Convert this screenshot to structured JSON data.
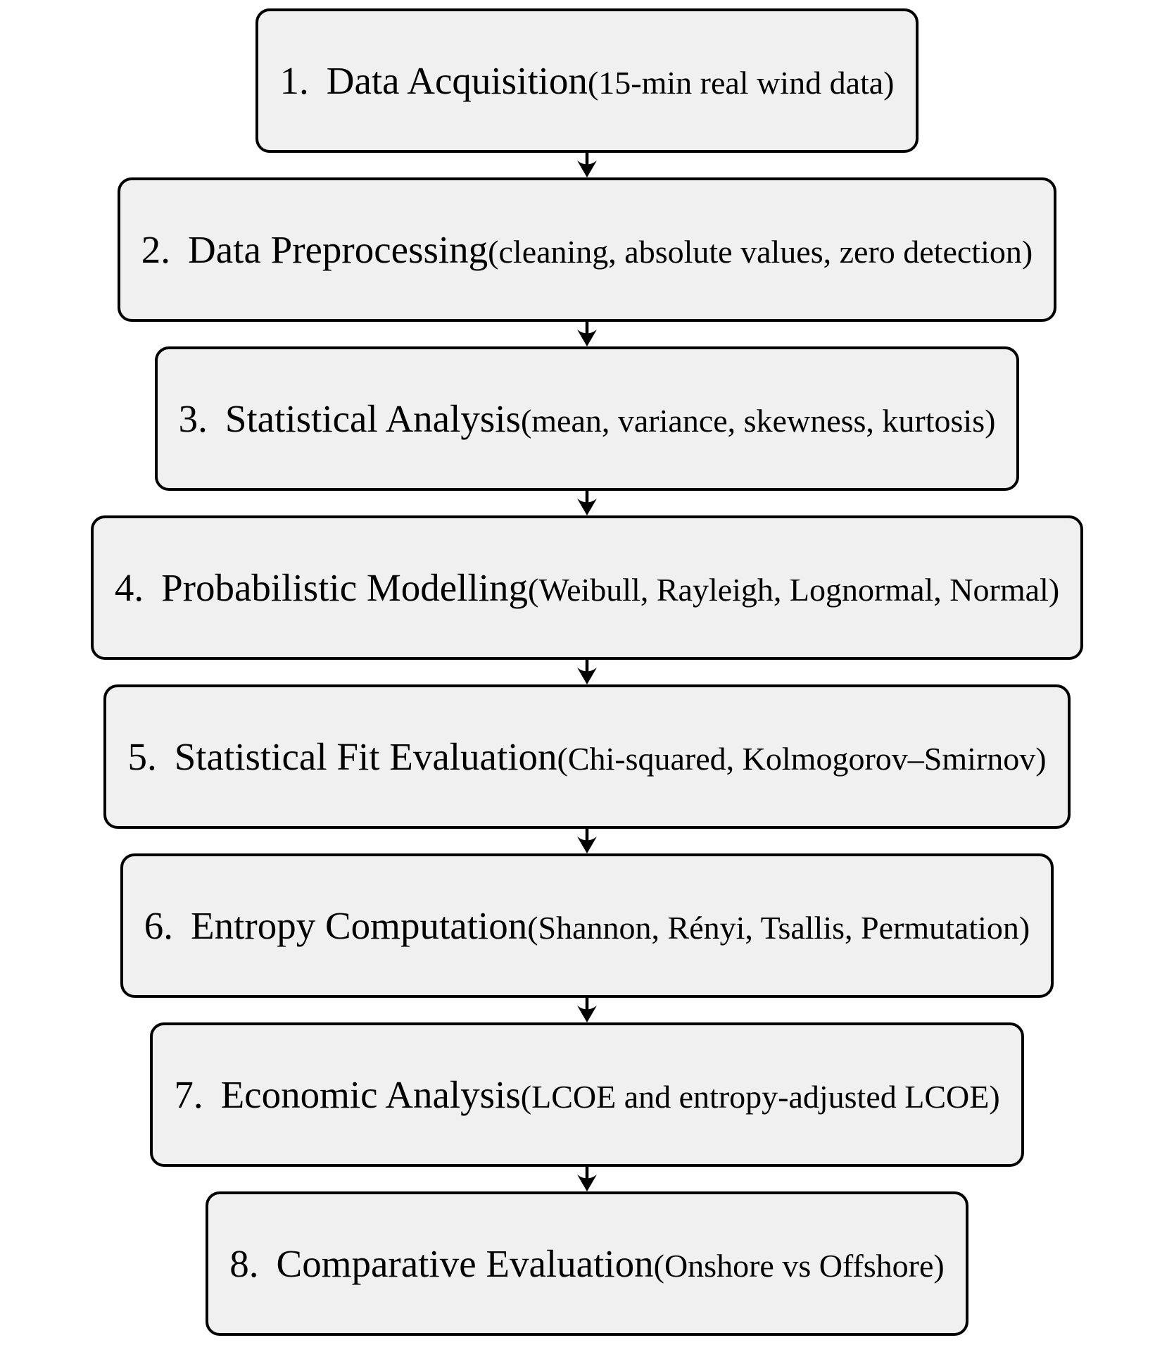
{
  "diagram": {
    "type": "flowchart",
    "direction": "top-to-bottom",
    "steps": [
      {
        "number": "1.",
        "label": "Data Acquisition",
        "detail": "(15-min real wind data)"
      },
      {
        "number": "2.",
        "label": "Data Preprocessing",
        "detail": "(cleaning, absolute values, zero detection)"
      },
      {
        "number": "3.",
        "label": "Statistical Analysis",
        "detail": "(mean, variance, skewness, kurtosis)"
      },
      {
        "number": "4.",
        "label": "Probabilistic Modelling",
        "detail": "(Weibull, Rayleigh, Lognormal, Normal)"
      },
      {
        "number": "5.",
        "label": "Statistical Fit Evaluation",
        "detail": "(Chi-squared, Kolmogorov–Smirnov)"
      },
      {
        "number": "6.",
        "label": "Entropy Computation",
        "detail": "(Shannon, Rényi, Tsallis, Permutation)"
      },
      {
        "number": "7.",
        "label": "Economic Analysis",
        "detail": "(LCOE and entropy-adjusted LCOE)"
      },
      {
        "number": "8.",
        "label": "Comparative Evaluation",
        "detail": "(Onshore vs Offshore)"
      }
    ],
    "colors": {
      "box_fill": "#f0f0f0",
      "box_border": "#000000",
      "arrow": "#000000",
      "background": "#ffffff"
    }
  }
}
